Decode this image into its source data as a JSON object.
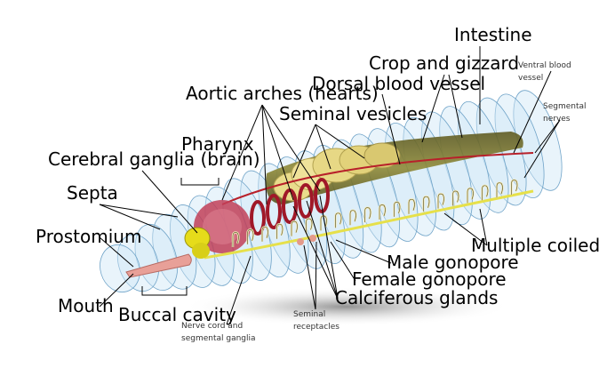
{
  "labels": {
    "intestine": "Intestine",
    "crop_and_gizzard": "Crop and gizzard",
    "dorsal_blood_vessel": "Dorsal blood vessel",
    "aortic_arches": "Aortic arches (hearts)",
    "seminal_vesicles": "Seminal vesicles",
    "pharynx": "Pharynx",
    "cerebral_ganglia": "Cerebral ganglia (brain)",
    "septa": "Septa",
    "prostomium": "Prostomium",
    "mouth": "Mouth",
    "buccal_cavity": "Buccal cavity",
    "multiple_coiled": "Multiple coiled",
    "male_gonopore": "Male gonopore",
    "female_gonopore": "Female gonopore",
    "calciferous_glands": "Calciferous glands",
    "ventral_blood_vessel": "Ventral blood vessel",
    "segmental_nerves": "Segmental nerves",
    "seminal_receptacles": "Seminal receptacles",
    "nerve_cord": "Nerve cord and segmental ganglia"
  },
  "colors": {
    "body_fill": "#cfe6f7",
    "body_stroke": "#6fa3c8",
    "intestine": "#7d7a2e",
    "gizzard": "#e8d98a",
    "pharynx": "#c0405a",
    "brain": "#e6dc1a",
    "nerve": "#e6e04a",
    "blood_vessel": "#b8202a",
    "mouth": "#e8a098",
    "shadow": "#9a9a9a"
  }
}
